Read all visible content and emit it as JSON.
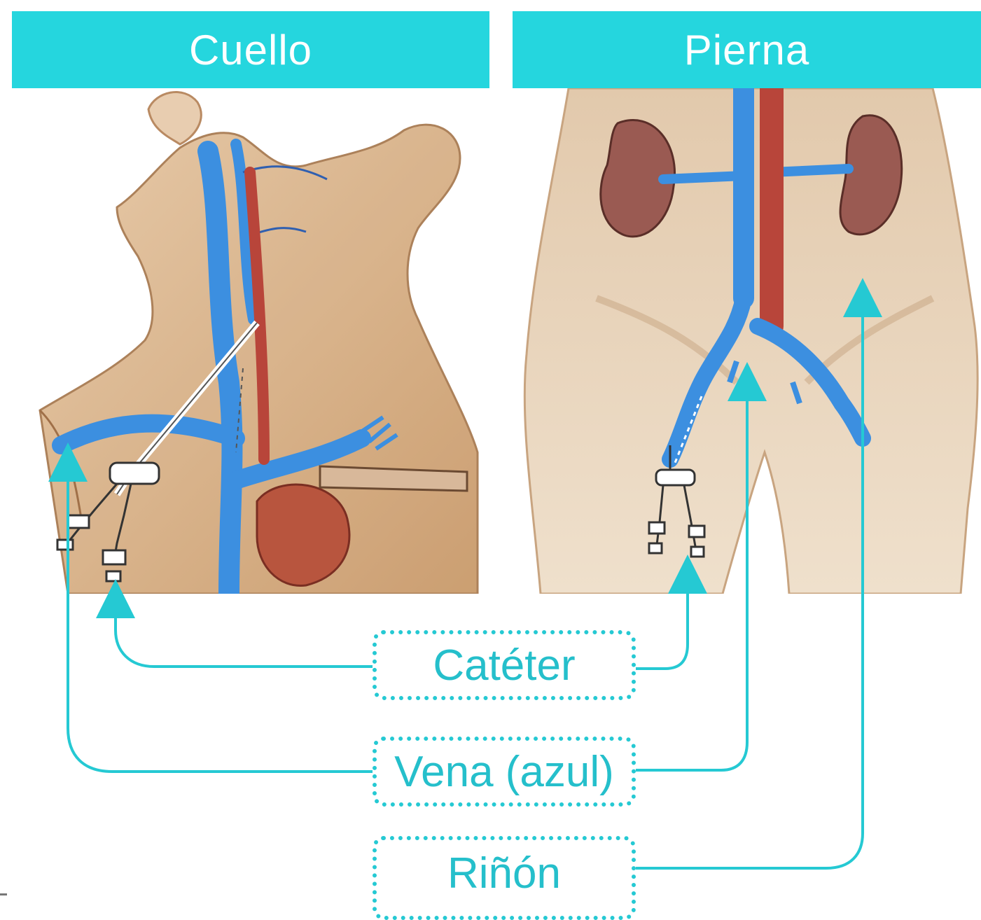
{
  "headers": {
    "left": "Cuello",
    "right": "Pierna"
  },
  "callouts": {
    "cateter": "Catéter",
    "vena": "Vena (azul)",
    "rinon": "Riñón"
  },
  "colors": {
    "accent": "#25d6de",
    "callout_text": "#25bfcb",
    "vein": "#3c8fe0",
    "artery": "#b8453a",
    "skin": "#d9b48c",
    "kidney": "#9a5a52"
  },
  "icons": {
    "left_illustration": "neck-catheter-illustration",
    "right_illustration": "leg-catheter-kidney-illustration"
  }
}
